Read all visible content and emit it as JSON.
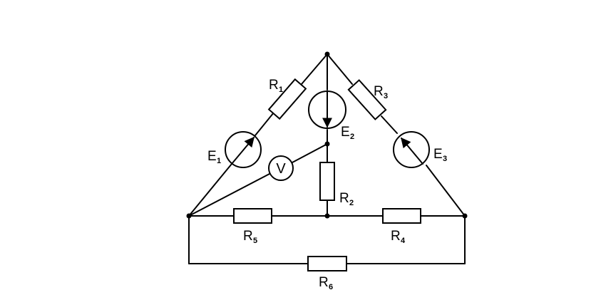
{
  "diagram": {
    "labels": {
      "R1": {
        "main": "R",
        "sub": "1"
      },
      "R2": {
        "main": "R",
        "sub": "2"
      },
      "R3": {
        "main": "R",
        "sub": "3"
      },
      "R4": {
        "main": "R",
        "sub": "4"
      },
      "R5": {
        "main": "R",
        "sub": "5"
      },
      "R6": {
        "main": "R",
        "sub": "6"
      },
      "E1": {
        "main": "E",
        "sub": "1"
      },
      "E2": {
        "main": "E",
        "sub": "2"
      },
      "E3": {
        "main": "E",
        "sub": "3"
      },
      "voltmeter": "V"
    }
  }
}
